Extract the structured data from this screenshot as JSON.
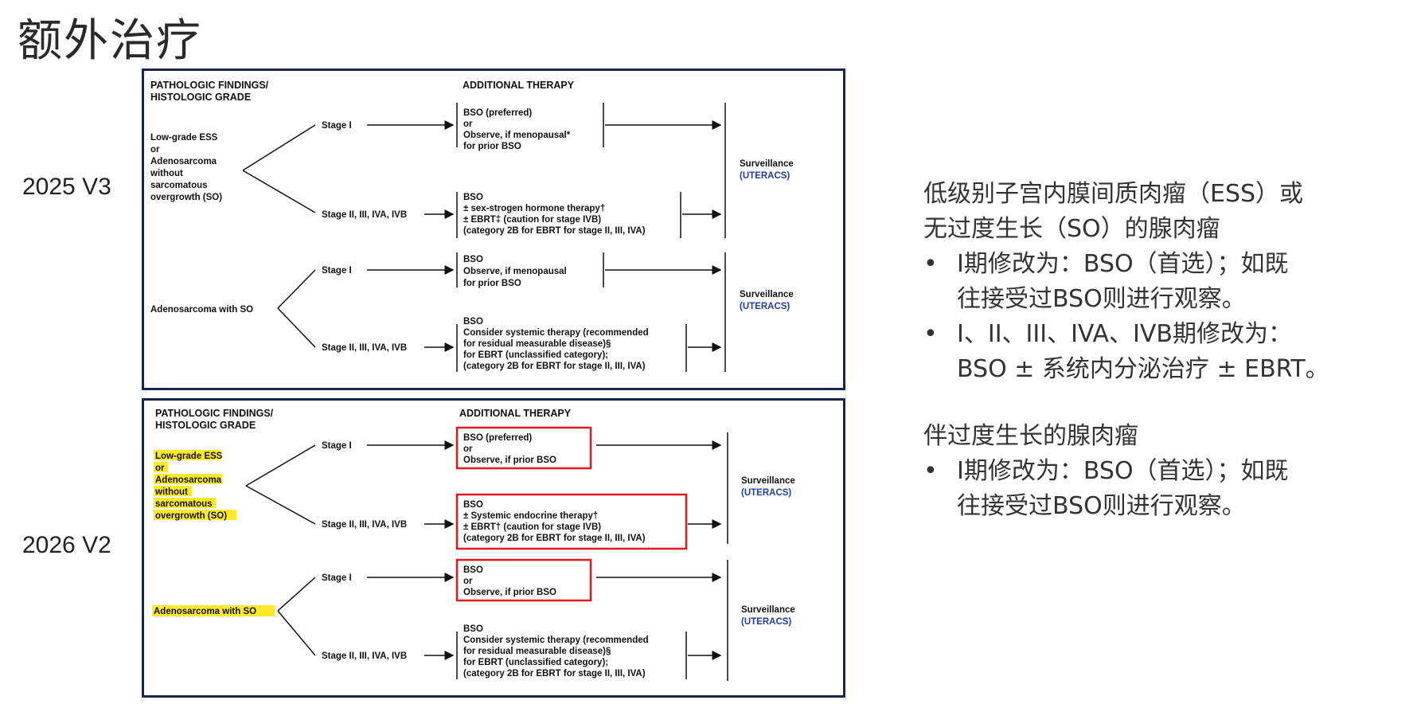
{
  "page_title": "额外治疗",
  "versions": [
    "2025 V3",
    "2026 V2"
  ],
  "panel_headers": {
    "pathologic_line1": "PATHOLOGIC FINDINGS/",
    "pathologic_line2": "HISTOLOGIC GRADE",
    "additional_therapy": "ADDITIONAL THERAPY"
  },
  "panel_2025": {
    "group1_lines": [
      "Low-grade ESS",
      "or",
      "Adenosarcoma",
      "without",
      "sarcomatous",
      "overgrowth (SO)"
    ],
    "g1_stage1": "Stage I",
    "g1_stage1_therapy": [
      "BSO (preferred)",
      "or",
      "Observe, if menopausal*",
      "for prior BSO"
    ],
    "g1_stage2": "Stage II, III, IVA, IVB",
    "g1_stage2_therapy": [
      "BSO",
      "± sex-strogen hormone therapy†",
      "± EBRT‡ (caution for stage IVB)",
      "(category 2B for EBRT for stage II, III, IVA)"
    ],
    "g1_surveillance": "Surveillance",
    "g1_surveillance_link": "(UTERACS)",
    "group2_label": "Adenosarcoma with SO",
    "g2_stage1": "Stage I",
    "g2_stage1_therapy": [
      "BSO",
      "Observe, if menopausal",
      "for prior BSO"
    ],
    "g2_stage2": "Stage II, III, IVA, IVB",
    "g2_stage2_therapy": [
      "BSO",
      "Consider systemic therapy (recommended",
      "for residual measurable disease)§",
      "for EBRT (unclassified category);",
      "(category 2B for EBRT for stage II, III, IVA)"
    ],
    "g2_surveillance": "Surveillance",
    "g2_surveillance_link": "(UTERACS)"
  },
  "panel_2026": {
    "group1_lines": [
      "Low-grade ESS",
      "or",
      "Adenosarcoma",
      "without",
      "sarcomatous",
      "overgrowth (SO)"
    ],
    "g1_stage1": "Stage I",
    "g1_stage1_therapy": [
      "BSO (preferred)",
      "or",
      "Observe, if prior BSO"
    ],
    "g1_stage2": "Stage II, III, IVA, IVB",
    "g1_stage2_therapy": [
      "BSO",
      "± Systemic endocrine therapy†",
      "± EBRT† (caution for stage IVB)",
      "(category 2B for EBRT for stage II, III, IVA)"
    ],
    "g1_surveillance": "Surveillance",
    "g1_surveillance_link": "(UTERACS)",
    "group2_label": "Adenosarcoma with SO",
    "g2_stage1": "Stage I",
    "g2_stage1_therapy": [
      "BSO",
      "or",
      "Observe, if prior BSO"
    ],
    "g2_stage2": "Stage II, III, IVA, IVB",
    "g2_stage2_therapy": [
      "BSO",
      "Consider systemic therapy (recommended",
      "for residual measurable disease)§",
      "for EBRT (unclassified category);",
      "(category 2B for EBRT for stage II, III, IVA)"
    ],
    "g2_surveillance": "Surveillance",
    "g2_surveillance_link": "(UTERACS)"
  },
  "notes": {
    "section1_heading_line1": "低级别子宫内膜间质肉瘤（ESS）或",
    "section1_heading_line2": "无过度生长（SO）的腺肉瘤",
    "section1_items": [
      {
        "line1": "I期修改为：BSO（首选）；如既",
        "line2": "往接受过BSO则进行观察。"
      },
      {
        "line1": "I、II、III、IVA、IVB期修改为：",
        "line2": "BSO ± 系统内分泌治疗 ± EBRT。"
      }
    ],
    "section2_heading": "伴过度生长的腺肉瘤",
    "section2_items": [
      {
        "line1": "I期修改为：BSO（首选）；如既",
        "line2": "往接受过BSO则进行观察。"
      }
    ],
    "bullet": "•"
  },
  "colors": {
    "panel_border": "#1a2553",
    "link_blue": "#1f3ea8",
    "highlight_red": "#e0191c",
    "highlight_yellow": "#ffea2a"
  }
}
